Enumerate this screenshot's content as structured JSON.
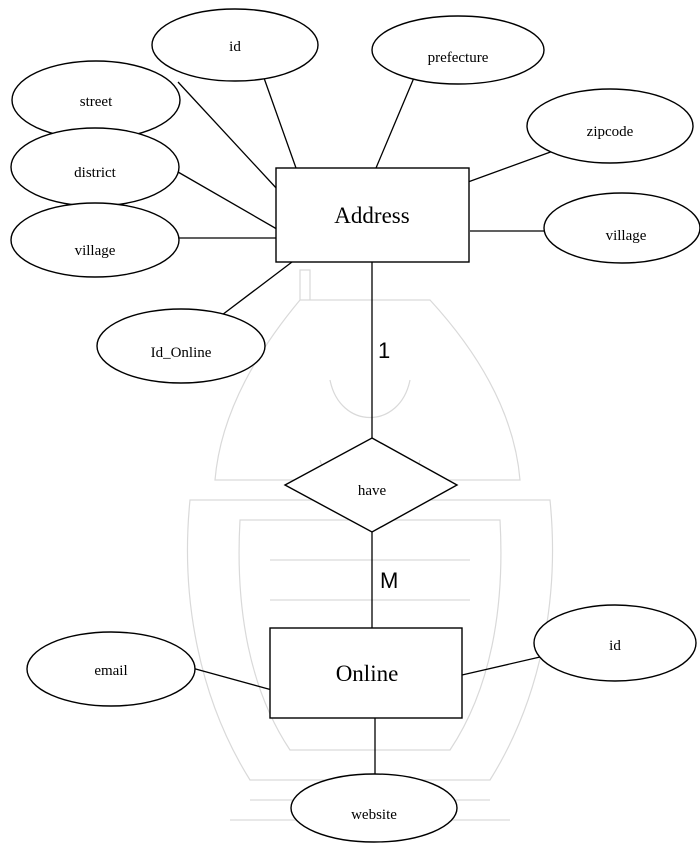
{
  "diagram": {
    "entities": {
      "address": "Address",
      "online": "Online"
    },
    "relationship": "have",
    "cardinality": {
      "address_side": "1",
      "online_side": "M"
    },
    "address_attributes": {
      "street": "street",
      "id": "id",
      "prefecture": "prefecture",
      "zipcode": "zipcode",
      "district": "district",
      "village_left": "village",
      "village_right": "village",
      "id_online": "Id_Online"
    },
    "online_attributes": {
      "email": "email",
      "id": "id",
      "website": "website"
    },
    "watermark": "university seal (faint background emblem)"
  }
}
